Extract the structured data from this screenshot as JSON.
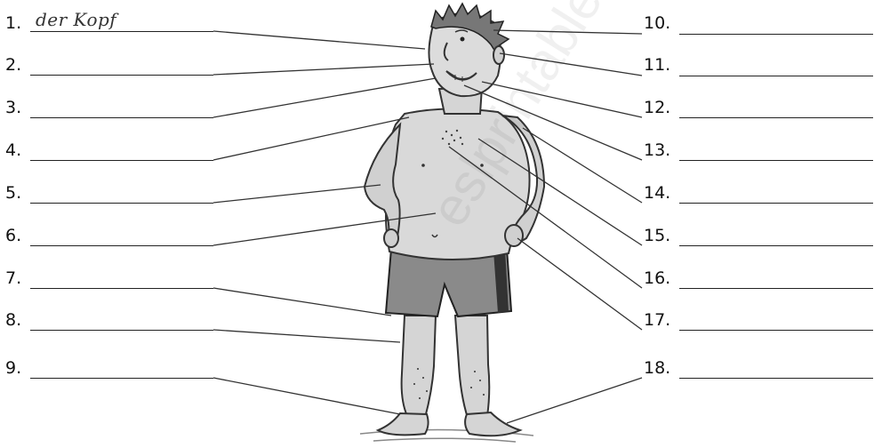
{
  "worksheet": {
    "left_items": [
      {
        "num": "1.",
        "answer": "der Kopf"
      },
      {
        "num": "2.",
        "answer": ""
      },
      {
        "num": "3.",
        "answer": ""
      },
      {
        "num": "4.",
        "answer": ""
      },
      {
        "num": "5.",
        "answer": ""
      },
      {
        "num": "6.",
        "answer": ""
      },
      {
        "num": "7.",
        "answer": ""
      },
      {
        "num": "8.",
        "answer": ""
      },
      {
        "num": "9.",
        "answer": ""
      }
    ],
    "right_items": [
      {
        "num": "10.",
        "answer": ""
      },
      {
        "num": "11.",
        "answer": ""
      },
      {
        "num": "12.",
        "answer": ""
      },
      {
        "num": "13.",
        "answer": ""
      },
      {
        "num": "14.",
        "answer": ""
      },
      {
        "num": "15.",
        "answer": ""
      },
      {
        "num": "16.",
        "answer": ""
      },
      {
        "num": "17.",
        "answer": ""
      },
      {
        "num": "18.",
        "answer": ""
      }
    ],
    "illustration": "man-in-swim-shorts-illustration",
    "watermark": "eslprintables.com"
  }
}
